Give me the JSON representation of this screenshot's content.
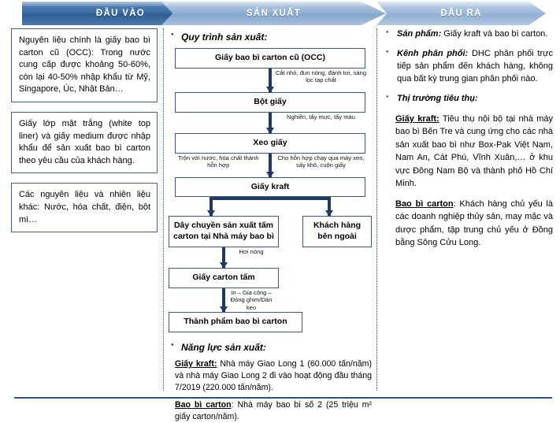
{
  "banner": {
    "stages": [
      {
        "label": "ĐẦU VÀO",
        "color": "#3b6ea5"
      },
      {
        "label": "SẢN XUẤT",
        "color": "#93b2d4"
      },
      {
        "label": "ĐẦU RA",
        "color": "#9fbada"
      }
    ]
  },
  "input_column": {
    "boxes": [
      {
        "text": "Nguyên liệu chính là giấy bao bì carton cũ (OCC): Trong nước cung cấp được khoảng 50-60%, còn lại 40-50% nhập khẩu từ Mỹ, Singapore, Úc, Nhật Bản…"
      },
      {
        "text": "Giấy lớp mặt trắng (white top liner) và giấy medium được nhập khẩu để sản xuất bao bì carton theo yêu cầu của khách hàng."
      },
      {
        "text": "Các nguyên liệu và nhiên liệu khác: Nước, hóa chất, điện, bột mì…"
      }
    ]
  },
  "production_column": {
    "process_heading": "Quy trình sản xuất:",
    "nodes": {
      "occ": "Giấy bao bì carton cũ (OCC)",
      "bot_giay": "Bột giấy",
      "xeo_giay": "Xeo giấy",
      "giay_kraft": "Giấy kraft",
      "day_chuyen": "Dây chuyền sản xuất tấm carton tại Nhà máy bao bì",
      "khach_hang": "Khách hàng bên ngoài",
      "giay_carton_tam": "Giấy carton tấm",
      "thanh_pham": "Thành phẩm bao bì carton"
    },
    "annotations": {
      "occ_to_bot": "Cắt nhỏ, đun nóng, đánh tơi, sàng lọc tạp chất",
      "bot_to_xeo": "Nghiền, tẩy mực, tẩy màu",
      "xeo_left": "Trộn với nước, hóa chất thành hỗn hợp",
      "xeo_right": "Cho hỗn hợp chạy qua máy xeo, sấy khô, cuộn giấy",
      "day_to_tam": "Hơi nóng",
      "tam_to_thanh_pham": "In – Gia công – Đóng ghim/Dán keo"
    },
    "capacity_heading": "Năng lực sản xuất:",
    "capacity": [
      {
        "label": "Giấy kraft:",
        "text": " Nhà máy Giao Long 1 (60.000 tấn/năm) và nhà máy Giao Long 2 đi vào hoạt động đầu tháng 7/2019 (220.000 tấn/năm)."
      },
      {
        "label": "Bao bì carton",
        "text": ": Nhà máy bao bì số 2 (25 triệu m² giấy carton/năm)."
      }
    ]
  },
  "output_column": {
    "bullets": [
      {
        "title": "Sản phẩm:",
        "text": " Giấy kraft và bao bì carton."
      },
      {
        "title": "Kênh phân phối:",
        "text": " DHC phân phối trực tiếp sản phẩm đến khách hàng, không qua bất kỳ trung gian phân phối nào."
      },
      {
        "title": "Thị trường tiêu thụ:",
        "text": ""
      }
    ],
    "market_paragraphs": [
      {
        "label": "Giấy kraft:",
        "text": " Tiêu thụ nội bộ tại nhà máy bao bì Bến Tre và cung ứng cho các nhà sản xuất bao bì như Box-Pak Việt Nam, Nam An, Cát Phú, Vĩnh Xuân,… ở khu vực Đông Nam Bộ và thành phố Hồ Chí Minh."
      },
      {
        "label": "Bao bì carton",
        "text": ": Khách hàng chủ yếu là các doanh nghiệp thủy sản, may mặc và dược phẩm, tập trung chủ yếu ở Đồng bằng Sông Cửu Long."
      }
    ]
  }
}
